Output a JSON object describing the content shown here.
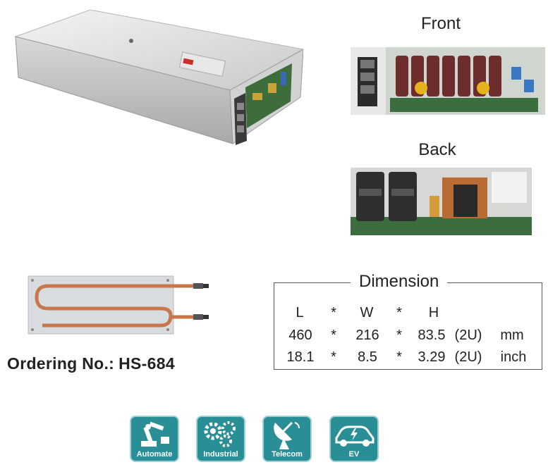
{
  "views": {
    "front": "Front",
    "back": "Back"
  },
  "ordering": {
    "label": "Ordering No.:",
    "model": "HS-684"
  },
  "dimension": {
    "title": "Dimension",
    "headers": [
      "L",
      "*",
      "W",
      "*",
      "H",
      "",
      ""
    ],
    "rows": [
      [
        "460",
        "*",
        "216",
        "*",
        "83.5",
        "(2U)",
        "mm"
      ],
      [
        "18.1",
        "*",
        "8.5",
        "*",
        "3.29",
        "(2U)",
        "inch"
      ]
    ]
  },
  "applications": [
    {
      "icon": "robot-arm-icon",
      "label": "Automate"
    },
    {
      "icon": "gears-icon",
      "label": "Industrial"
    },
    {
      "icon": "satellite-dish-icon",
      "label": "Telecom"
    },
    {
      "icon": "electric-car-icon",
      "label": "EV"
    }
  ],
  "colors": {
    "icon_bg": "#2a8e96",
    "copper": "#c8774a"
  }
}
